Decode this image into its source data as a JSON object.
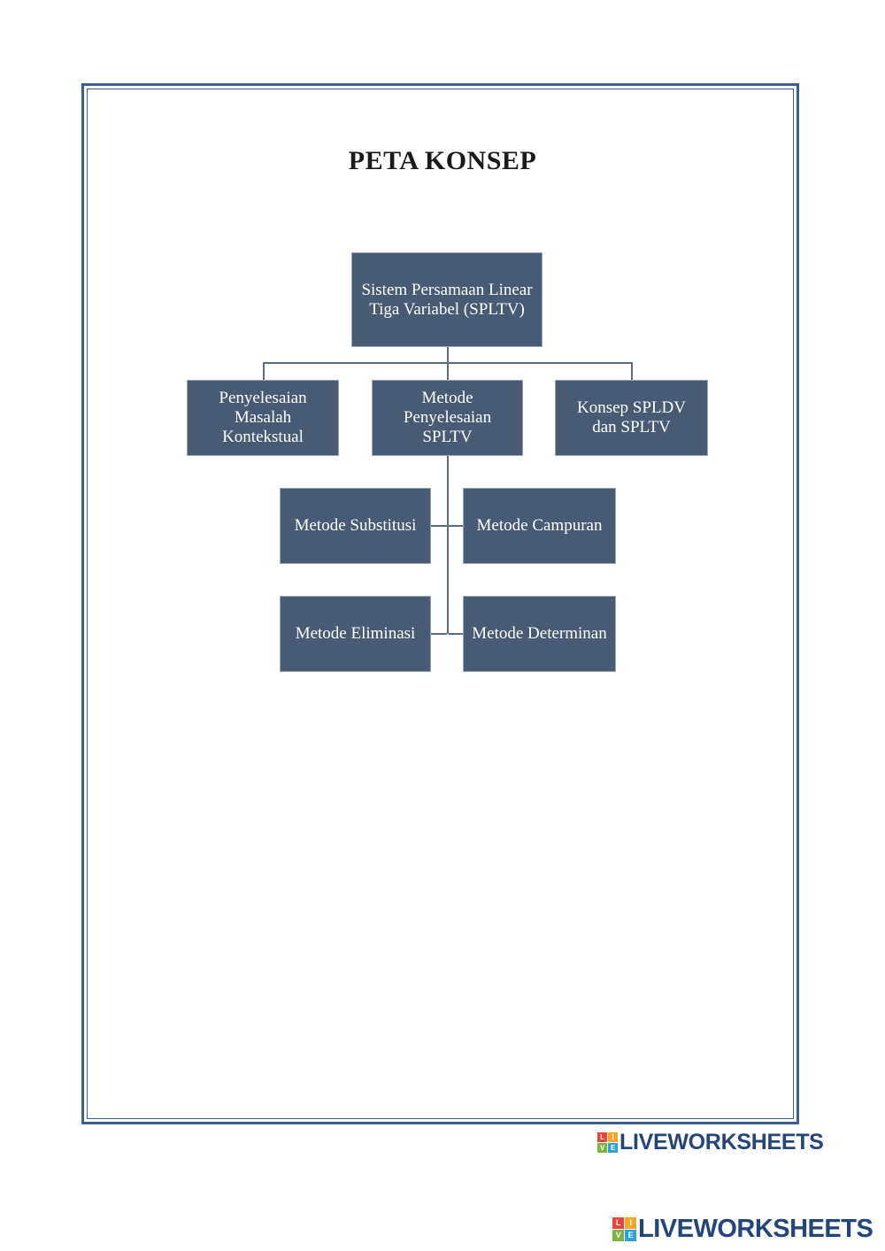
{
  "title": "PETA KONSEP",
  "nodes": {
    "root": "Sistem Persamaan Linear Tiga Variabel (SPLTV)",
    "contextual": "Penyelesaian Masalah Kontekstual",
    "method": "Metode Penyelesaian SPLTV",
    "concept": "Konsep SPLDV dan SPLTV",
    "substitution": "Metode Substitusi",
    "mixed": "Metode Campuran",
    "elimination": "Metode Eliminasi",
    "determinant": "Metode Determinan"
  },
  "branding": {
    "text": "LIVEWORKSHEETS",
    "logo_letters": [
      "L",
      "I",
      "V",
      "E"
    ]
  },
  "colors": {
    "frame": "#3d5e91",
    "node_fill": "#485a74",
    "node_text": "#ffffff",
    "brand": "#24457a",
    "logo": [
      "#e8453c",
      "#f5a623",
      "#7cb342",
      "#29a3d8"
    ]
  }
}
